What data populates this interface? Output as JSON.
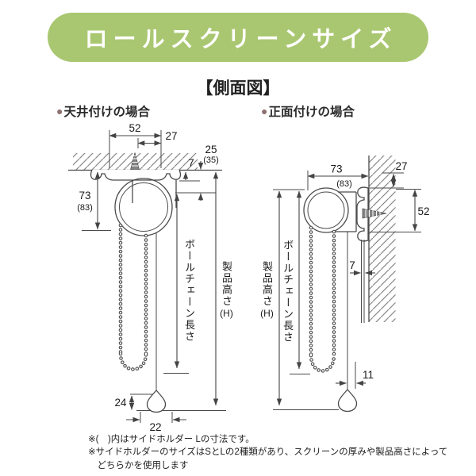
{
  "banner": {
    "title": "ロールスクリーンサイズ",
    "bg_color": "#a9c771",
    "text_color": "#ffffff"
  },
  "section_title": "【側面図】",
  "diagrams": {
    "left": {
      "bullet": "●",
      "bullet_color": "#8d7171",
      "heading": "天井付けの場合",
      "dim_top_width": "52",
      "dim_top_offset": "27",
      "dim_bracket_thickness": "7",
      "dim_ceiling_drop": "25",
      "dim_ceiling_drop_alt": "(35)",
      "dim_unit_height": "73",
      "dim_unit_height_alt": "(83)",
      "dim_grip_height": "24",
      "dim_grip_width": "22",
      "label_chain_vertical": "ボールチェーン長さ",
      "label_product_vertical": "製品高さ",
      "label_product_suffix": "(H)"
    },
    "right": {
      "bullet": "●",
      "bullet_color": "#8d7171",
      "heading": "正面付けの場合",
      "dim_depth": "73",
      "dim_depth_alt": "(83)",
      "dim_top_clearance": "27",
      "dim_bracket_height": "52",
      "dim_wall_gap": "7",
      "dim_grip_offset": "11",
      "label_chain_vertical": "ボールチェーン長さ",
      "label_product_vertical": "製品高さ",
      "label_product_suffix": "(H)"
    }
  },
  "footnotes": {
    "line1": "※(　)内はサイドホルダー Lの寸法です。",
    "line2": "※サイドホルダーのサイズはSとLの2種類があり、スクリーンの厚みや製品高さによってどちらかを使用します"
  }
}
